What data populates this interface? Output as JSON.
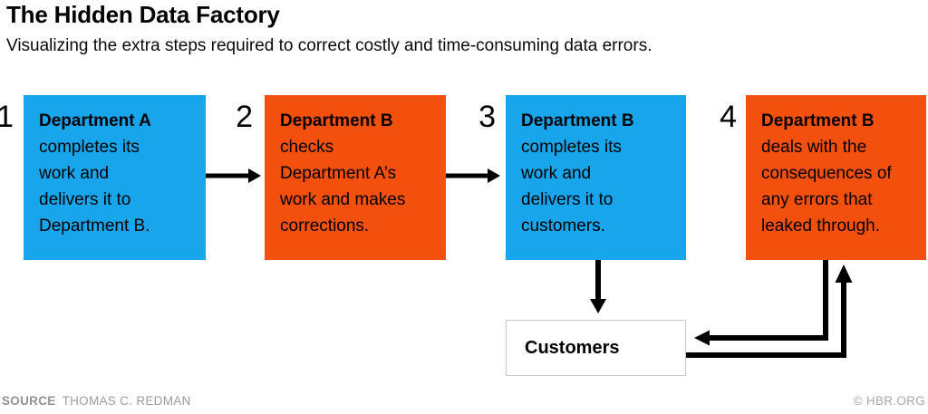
{
  "header": {
    "title": "The Hidden Data Factory",
    "subtitle": "Visualizing the extra steps required to correct costly and time-consuming data errors."
  },
  "colors": {
    "blue": "#17A5EC",
    "orange": "#F2500C",
    "arrow_black": "#000000",
    "customers_border": "#C9C9C9",
    "footer_gray": "#9B9B9B",
    "credit_gray": "#A9A9A9"
  },
  "steps": [
    {
      "number": "1",
      "color": "blue",
      "heading": "Department A",
      "body_lines": [
        "completes its",
        "work and",
        "delivers it to",
        "Department B."
      ]
    },
    {
      "number": "2",
      "color": "orange",
      "heading": "Department B",
      "body_lines": [
        "checks",
        "Department A’s",
        "work and makes",
        "corrections."
      ]
    },
    {
      "number": "3",
      "color": "blue",
      "heading": "Department B",
      "body_lines": [
        "completes its",
        "work and",
        "delivers it to",
        "customers."
      ]
    },
    {
      "number": "4",
      "color": "orange",
      "heading": "Department B",
      "body_lines": [
        "deals with the",
        "consequences of",
        "any errors that",
        "leaked through."
      ]
    }
  ],
  "customers_box": {
    "label": "Customers"
  },
  "flows": [
    "step1-to-step2",
    "step2-to-step3",
    "step3-to-customers",
    "step4-to-customers",
    "customers-to-step4"
  ],
  "footer": {
    "source_label": "SOURCE",
    "source_value": "THOMAS C. REDMAN",
    "credit": "© HBR.ORG"
  }
}
